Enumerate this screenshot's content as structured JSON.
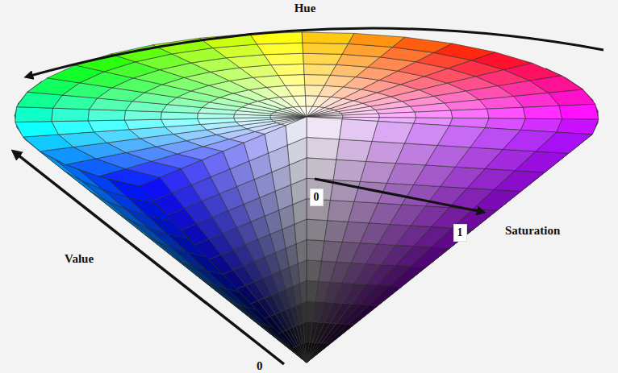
{
  "diagram": {
    "nodes": [
      {
        "text": [
          "0"
        ]
      },
      {
        "text": [
          "1"
        ]
      }
    ],
    "labels": [
      "Hue",
      "Saturation",
      "Value",
      "0"
    ]
  }
}
